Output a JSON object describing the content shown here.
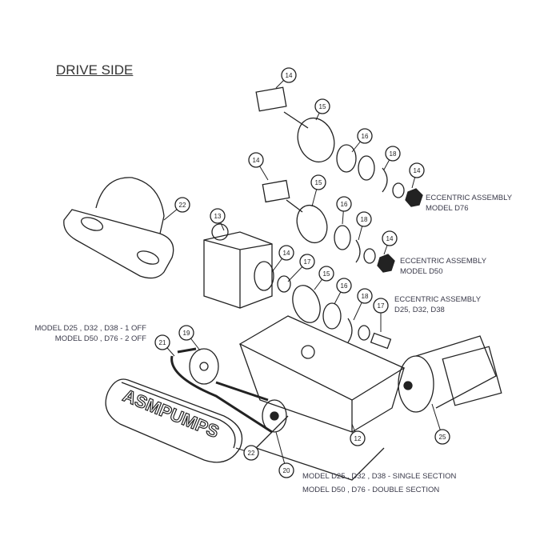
{
  "title": "DRIVE SIDE",
  "annotations": {
    "ecc_d76": [
      "ECCENTRIC ASSEMBLY",
      "MODEL D76"
    ],
    "ecc_d50": [
      "ECCENTRIC ASSEMBLY",
      "MODEL D50"
    ],
    "ecc_d25": [
      "ECCENTRIC ASSEMBLY",
      "D25, D32, D38"
    ],
    "pulley_qty": [
      "MODEL D25 , D32 , D38 - 1 OFF",
      "MODEL D50 , D76 - 2 OFF"
    ],
    "section": [
      "MODEL D25 , D32 , D38 - SINGLE SECTION",
      "MODEL D50 , D76 - DOUBLE SECTION"
    ]
  },
  "logo_text": "ASMPUMPS",
  "callouts": [
    "14",
    "15",
    "16",
    "18",
    "14",
    "14",
    "15",
    "16",
    "18",
    "14",
    "13",
    "14",
    "17",
    "15",
    "16",
    "18",
    "17",
    "22",
    "19",
    "21",
    "22",
    "20",
    "12",
    "25"
  ],
  "colors": {
    "line": "#222222",
    "text": "#3a3a4a"
  }
}
